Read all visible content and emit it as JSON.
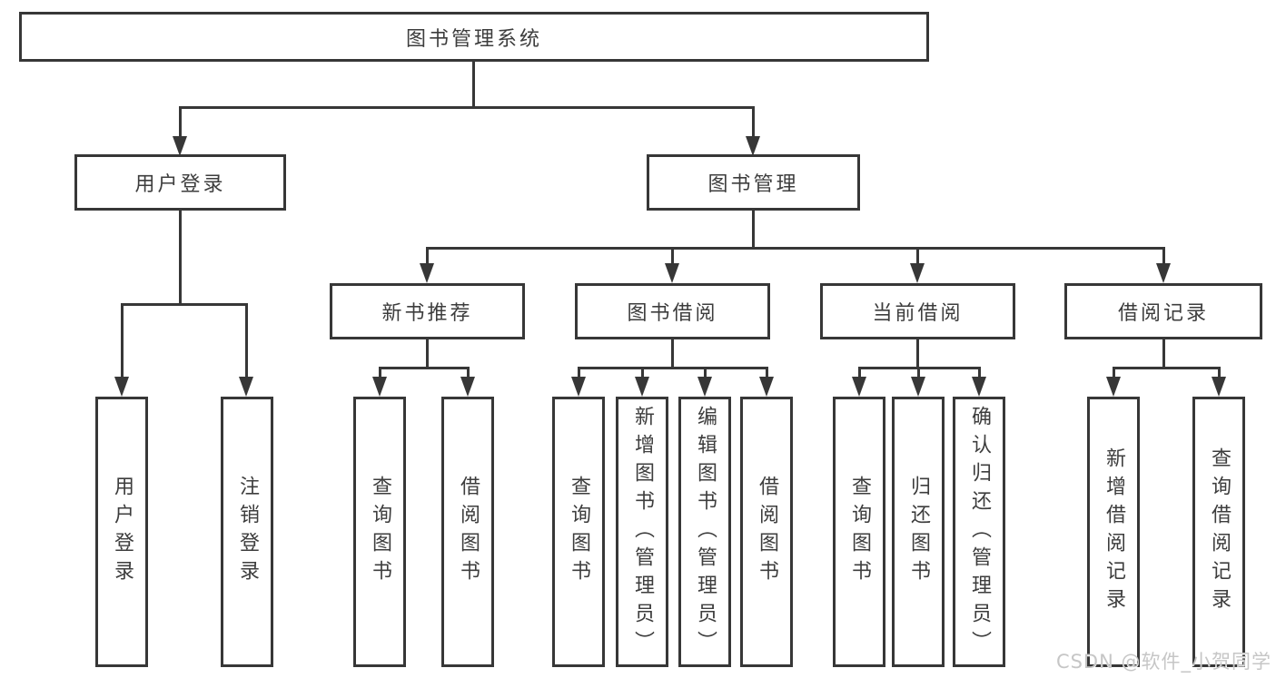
{
  "tree": {
    "root": "图书管理系统",
    "branches": [
      {
        "label": "用户登录",
        "children": [
          {
            "label": "用户登录"
          },
          {
            "label": "注销登录"
          }
        ]
      },
      {
        "label": "图书管理",
        "children": [
          {
            "label": "新书推荐",
            "children": [
              {
                "label": "查询图书"
              },
              {
                "label": "借阅图书"
              }
            ]
          },
          {
            "label": "图书借阅",
            "children": [
              {
                "label": "查询图书"
              },
              {
                "label": "新增图书（管理员）"
              },
              {
                "label": "编辑图书（管理员）"
              },
              {
                "label": "借阅图书"
              }
            ]
          },
          {
            "label": "当前借阅",
            "children": [
              {
                "label": "查询图书"
              },
              {
                "label": "归还图书"
              },
              {
                "label": "确认归还（管理员）"
              }
            ]
          },
          {
            "label": "借阅记录",
            "children": [
              {
                "label": "新增借阅记录"
              },
              {
                "label": "查询借阅记录"
              }
            ]
          }
        ]
      }
    ]
  },
  "watermark": {
    "text": "CSDN @软件_小贺同学"
  },
  "colors": {
    "line": "#373737",
    "text": "#3d3d3d",
    "watermark": "#c6c6c6"
  }
}
